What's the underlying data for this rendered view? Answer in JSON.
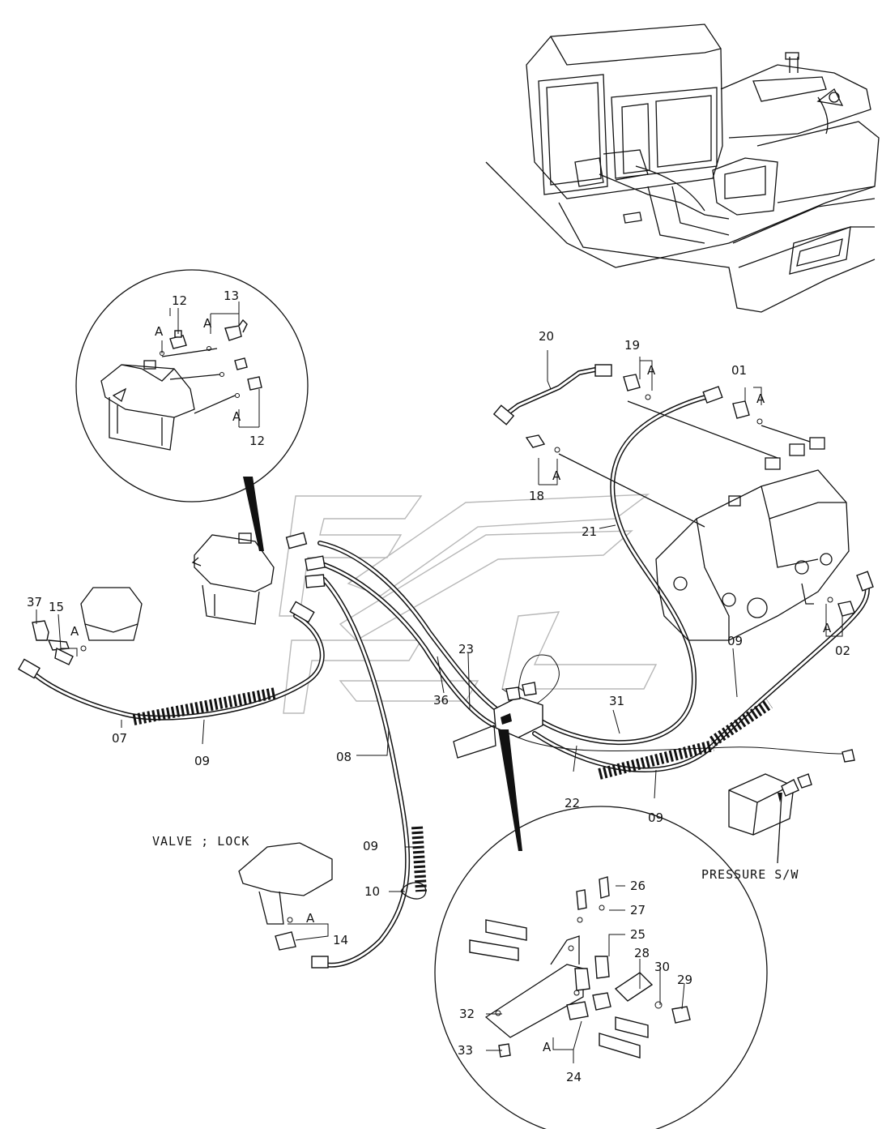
{
  "diagram": {
    "callouts": {
      "p01": "01",
      "p02": "02",
      "p07": "07",
      "p08": "08",
      "p09a": "09",
      "p09b": "09",
      "p09c": "09",
      "p09d": "09",
      "p10": "10",
      "p12a": "12",
      "p12b": "12",
      "p13": "13",
      "p14": "14",
      "p15": "15",
      "p18": "18",
      "p19": "19",
      "p20": "20",
      "p21": "21",
      "p22": "22",
      "p23": "23",
      "p24": "24",
      "p25": "25",
      "p26": "26",
      "p27": "27",
      "p28": "28",
      "p29": "29",
      "p30": "30",
      "p31": "31",
      "p32": "32",
      "p33": "33",
      "p36": "36",
      "p37": "37"
    },
    "ref_marks": {
      "a1": "A",
      "a2": "A",
      "a3": "A",
      "a4": "A",
      "a5": "A",
      "a6": "A",
      "a7": "A",
      "a8": "A",
      "a9": "A",
      "a10": "A"
    },
    "notes": {
      "valve_lock": "VALVE ; LOCK",
      "pressure_switch": "PRESSURE S/W"
    },
    "line_color": "#111111",
    "watermark_color": "#b8b8b8"
  }
}
